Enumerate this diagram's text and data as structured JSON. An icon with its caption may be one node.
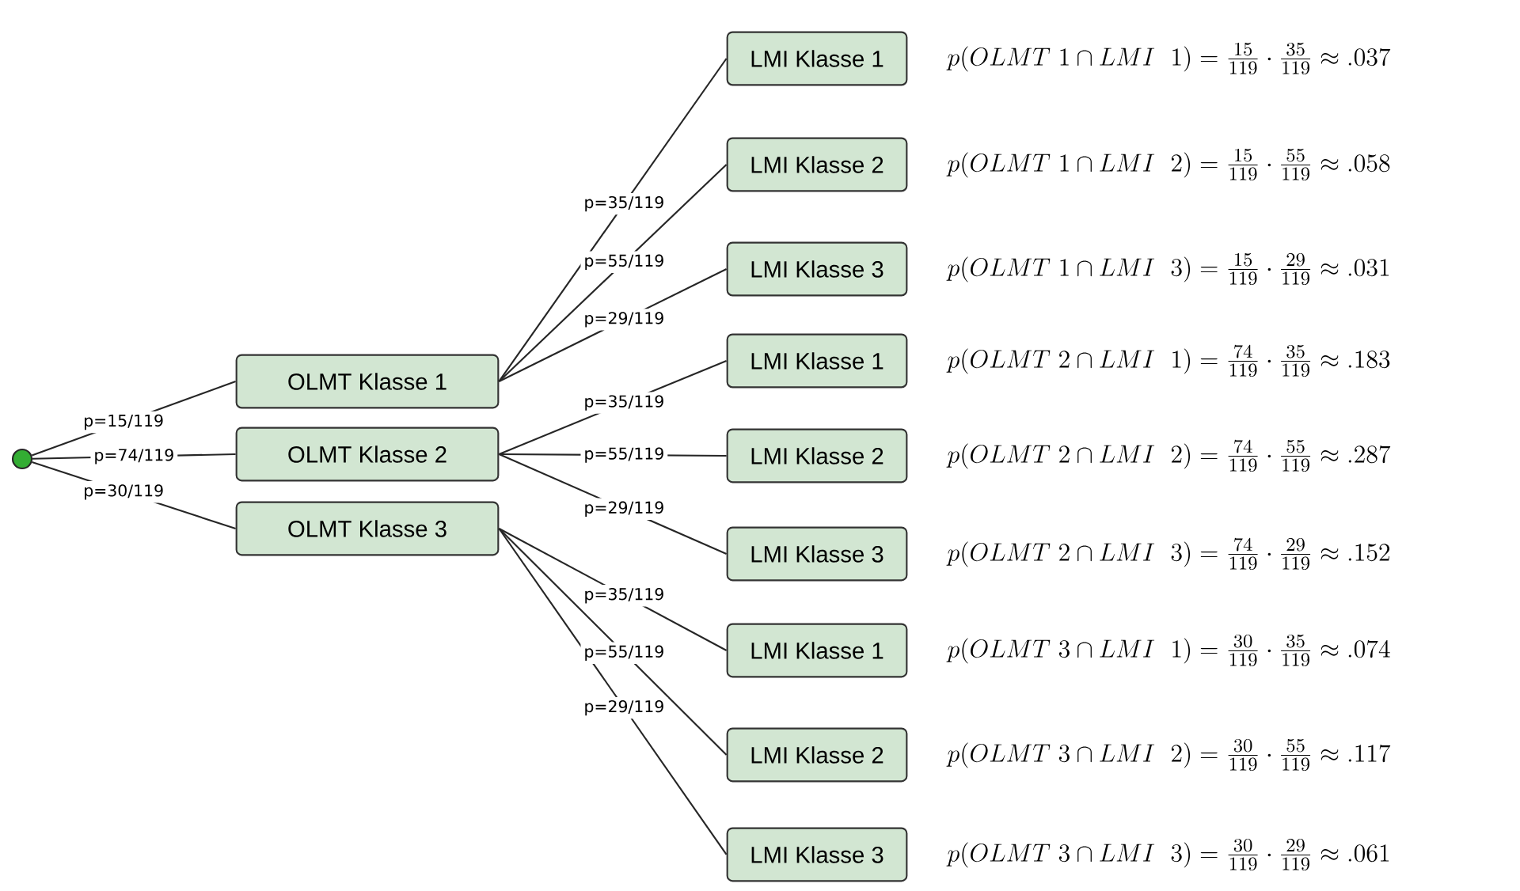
{
  "diagram": {
    "nodes": [
      {
        "text": [],
        "shape": "circle"
      },
      {
        "text": [
          "OLMT Klasse 1"
        ]
      },
      {
        "text": [
          "OLMT Klasse 2"
        ]
      },
      {
        "text": [
          "OLMT Klasse 3"
        ]
      },
      {
        "text": [
          "LMI Klasse 1"
        ],
        "beside": [
          "p(OLMT\\ 1\\cap LMI\\ \\ 1)=\\frac{15}{119}\\cdot\\frac{35}{119}\\approx .037"
        ]
      },
      {
        "text": [
          "LMI Klasse 2"
        ],
        "beside": [
          "p(OLMT\\ 1\\cap LMI\\ \\ 2)=\\frac{15}{119}\\cdot\\frac{55}{119}\\approx .058"
        ]
      },
      {
        "text": [
          "LMI Klasse 3"
        ],
        "beside": [
          "p(OLMT\\ 1\\cap LMI\\ \\ 3)=\\frac{15}{119}\\cdot\\frac{29}{119}\\approx .031"
        ]
      },
      {
        "text": [
          "LMI Klasse 1"
        ],
        "beside": [
          "p(OLMT\\ 2\\cap LMI\\ \\ 1)=\\frac{74}{119}\\cdot\\frac{35}{119}\\approx .183"
        ]
      },
      {
        "text": [
          "LMI Klasse 2"
        ],
        "beside": [
          "p(OLMT\\ 2\\cap LMI\\ \\ 2)=\\frac{74}{119}\\cdot\\frac{55}{119}\\approx .287"
        ]
      },
      {
        "text": [
          "LMI Klasse 3"
        ],
        "beside": [
          "p(OLMT\\ 2\\cap LMI\\ \\ 3)=\\frac{74}{119}\\cdot\\frac{29}{119}\\approx .152"
        ]
      },
      {
        "text": [
          "LMI Klasse 1"
        ],
        "beside": [
          "p(OLMT\\ 3\\cap LMI\\ \\ 1)=\\frac{30}{119}\\cdot\\frac{35}{119}\\approx .074"
        ]
      },
      {
        "text": [
          "LMI Klasse 2"
        ],
        "beside": [
          "p(OLMT\\ 3\\cap LMI\\ \\ 2)=\\frac{30}{119}\\cdot\\frac{55}{119}\\approx .117"
        ]
      },
      {
        "text": [
          "LMI Klasse 3"
        ],
        "beside": [
          "p(OLMT\\ 3\\cap LMI\\ \\ 3)=\\frac{30}{119}\\cdot\\frac{29}{119}\\approx .061"
        ]
      }
    ],
    "edges": [
      {
        "from": 0,
        "to": 1,
        "arrow": "none",
        "label": "p=15/119"
      },
      {
        "from": 0,
        "to": 2,
        "arrow": "none",
        "label": "p=74/119"
      },
      {
        "from": 0,
        "to": 3,
        "arrow": "none",
        "label": "p=30/119"
      },
      {
        "from": 1,
        "to": 4,
        "arrow": "none",
        "label": "p=35/119"
      },
      {
        "from": 1,
        "to": 5,
        "arrow": "none",
        "label": "p=55/119"
      },
      {
        "from": 1,
        "to": 6,
        "arrow": "none",
        "label": "p=29/119"
      },
      {
        "from": 2,
        "to": 7,
        "arrow": "none",
        "label": "p=35/119"
      },
      {
        "from": 2,
        "to": 8,
        "arrow": "none",
        "label": "p=55/119"
      },
      {
        "from": 2,
        "to": 9,
        "arrow": "none",
        "label": "p=29/119"
      },
      {
        "from": 3,
        "to": 10,
        "arrow": "none",
        "label": "p=35/119"
      },
      {
        "from": 3,
        "to": 11,
        "arrow": "none",
        "label": "p=55/119"
      },
      {
        "from": 3,
        "to": 12,
        "arrow": "none",
        "label": "p=29/119"
      }
    ]
  }
}
